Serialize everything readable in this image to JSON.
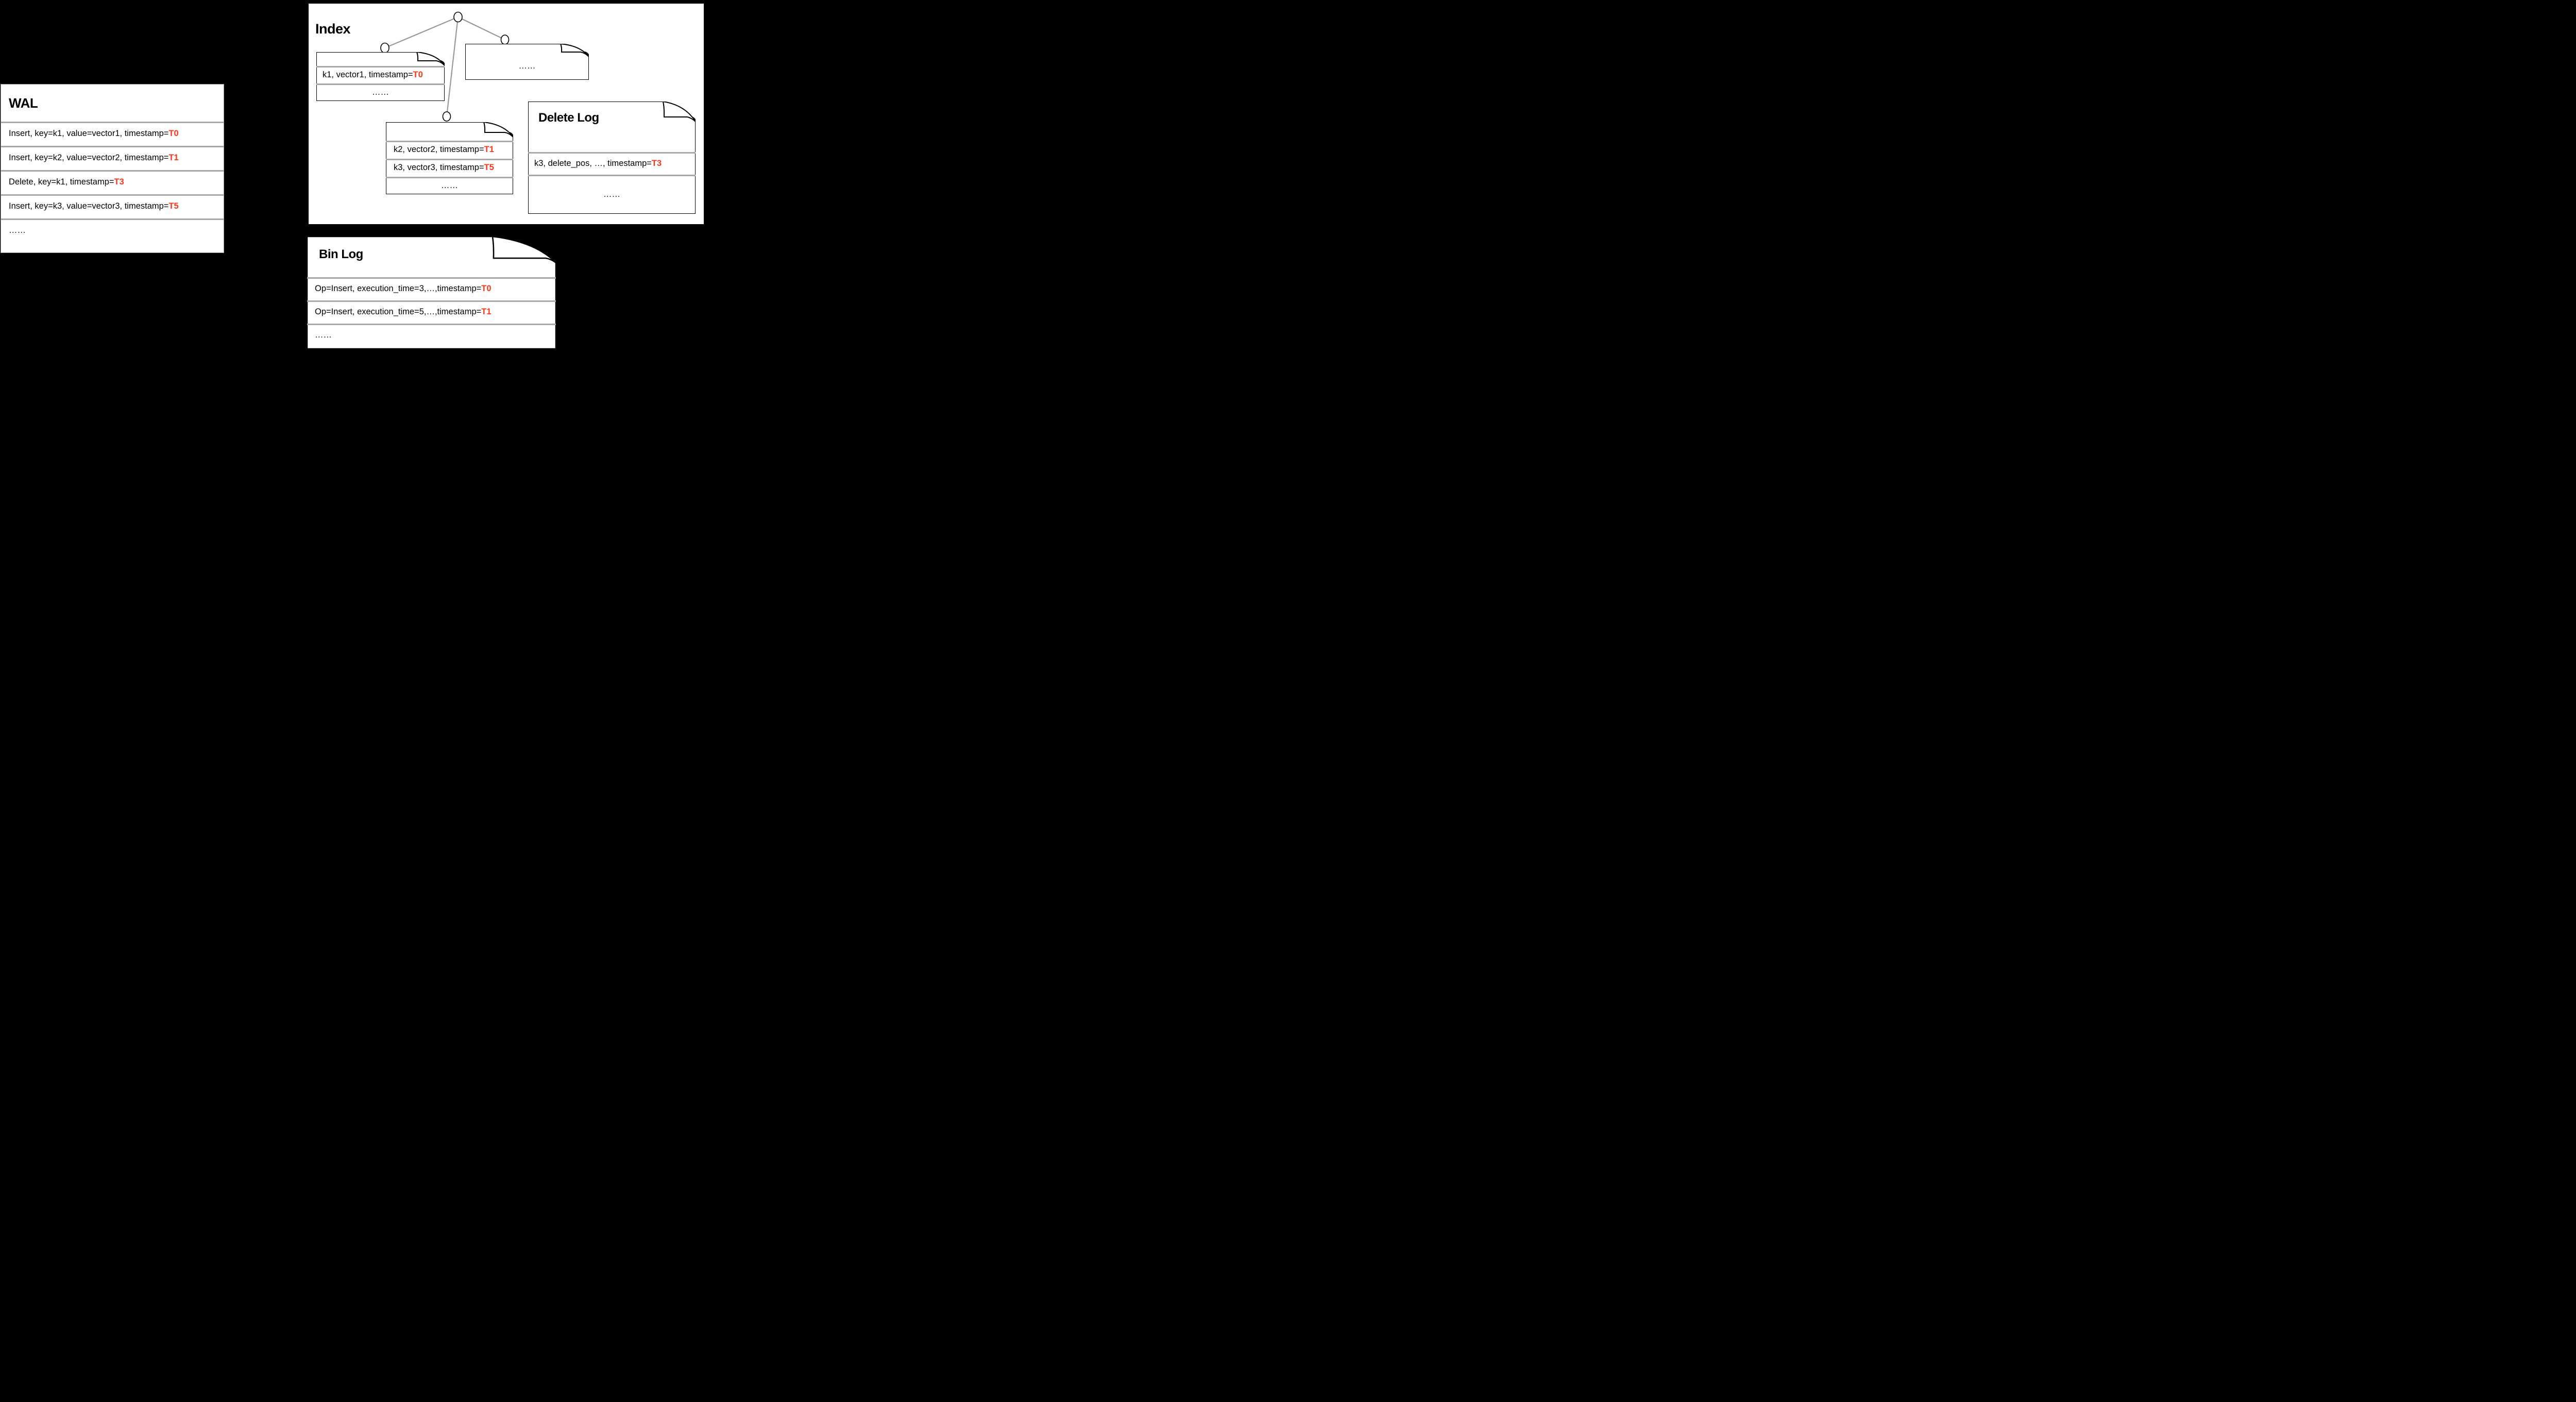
{
  "colors": {
    "background": "#000000",
    "surface": "#ffffff",
    "accent_timestamp": "#ff3419",
    "row_divider": "#a9a9a9",
    "tree_edge": "#999999",
    "outline": "#000000"
  },
  "wal": {
    "title": "WAL",
    "rows": [
      {
        "text": "Insert, key=k1, value=vector1, timestamp=",
        "timestamp": "T0"
      },
      {
        "text": "Insert, key=k2, value=vector2, timestamp=",
        "timestamp": "T1"
      },
      {
        "text": "Delete, key=k1, timestamp=",
        "timestamp": "T3"
      },
      {
        "text": "Insert, key=k3, value=vector3, timestamp=",
        "timestamp": "T5"
      },
      {
        "text": "……",
        "timestamp": ""
      }
    ]
  },
  "index": {
    "title": "Index",
    "segment_left": {
      "rows": [
        {
          "text": "k1, vector1, timestamp=",
          "timestamp": "T0"
        },
        {
          "text": "……",
          "timestamp": ""
        }
      ]
    },
    "segment_right": {
      "rows": [
        {
          "text": "……",
          "timestamp": ""
        }
      ]
    },
    "segment_middle": {
      "rows": [
        {
          "text": "k2, vector2, timestamp=",
          "timestamp": "T1"
        },
        {
          "text": "k3, vector3, timestamp=",
          "timestamp": "T5"
        },
        {
          "text": "……",
          "timestamp": ""
        }
      ]
    }
  },
  "delete_log": {
    "title": "Delete Log",
    "rows": [
      {
        "text": "k3, delete_pos, …, timestamp=",
        "timestamp": "T3"
      },
      {
        "text": "……",
        "timestamp": ""
      }
    ]
  },
  "bin_log": {
    "title": "Bin Log",
    "rows": [
      {
        "text": "Op=Insert, execution_time=3,…,timestamp=",
        "timestamp": "T0"
      },
      {
        "text": "Op=Insert, execution_time=5,…,timestamp=",
        "timestamp": "T1"
      },
      {
        "text": "……",
        "timestamp": ""
      }
    ]
  }
}
